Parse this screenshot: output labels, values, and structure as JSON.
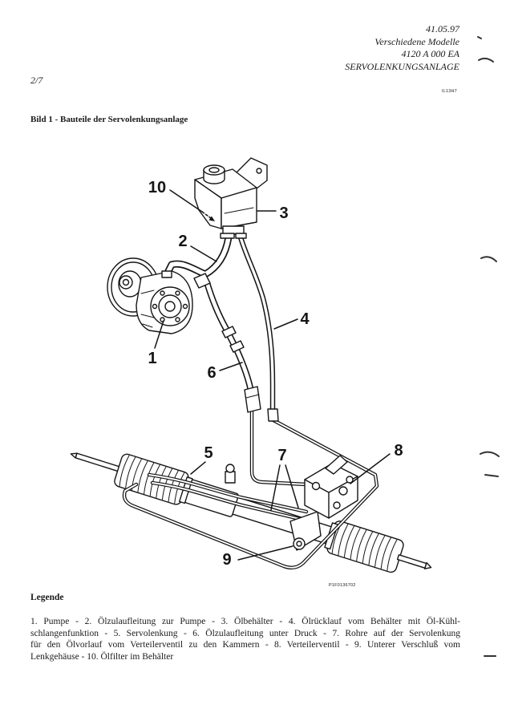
{
  "header": {
    "date": "41.05.97",
    "models": "Verschiedene Modelle",
    "code": "4120 A 000 EA",
    "subject": "SERVOLENKUNGSANLAGE"
  },
  "page_number": "2/7",
  "ref_code": "IL13H7",
  "figure": {
    "title": "Bild 1 - Bauteile der Servolenkungsanlage",
    "callouts": [
      "1",
      "2",
      "3",
      "4",
      "5",
      "6",
      "7",
      "8",
      "9",
      "10"
    ],
    "image_code": "P1F0136702"
  },
  "legend": {
    "heading": "Legende",
    "lines": [
      "1. Pumpe - 2. Ölzulaufleitung zur Pumpe - 3. Ölbehälter - 4. Ölrücklauf vom Behälter mit Öl-Kühl-",
      "schlangenfunktion - 5. Servolenkung - 6. Ölzulaufleitung unter Druck - 7. Rohre auf der Servolenkung",
      "für den Ölvorlauf vom Verteilerventil zu den Kammern - 8. Verteilerventil - 9. Unterer Verschluß vom",
      "Lenkgehäuse - 10. Ölfilter im Behälter"
    ]
  }
}
